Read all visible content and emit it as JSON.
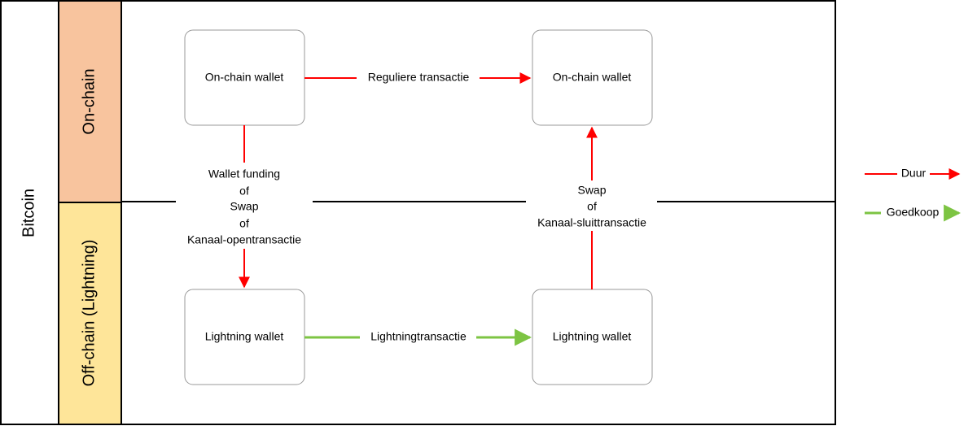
{
  "pool": {
    "title": "Bitcoin"
  },
  "lanes": [
    {
      "title": "On-chain",
      "color": "#f8c49e"
    },
    {
      "title": "Off-chain (Lightning)",
      "color": "#fee599"
    }
  ],
  "nodes": {
    "onchain_left": "On-chain wallet",
    "onchain_right": "On-chain wallet",
    "lightning_left": "Lightning wallet",
    "lightning_right": "Lightning wallet"
  },
  "edges": {
    "regular": "Reguliere transactie",
    "lightning": "Lightningtransactie",
    "funding": [
      "Wallet funding",
      "of",
      "Swap",
      "of",
      "Kanaal-opentransactie"
    ],
    "closing": [
      "Swap",
      "of",
      "Kanaal-sluittransactie"
    ]
  },
  "legend": {
    "slow": "Duur",
    "cheap": "Goedkoop"
  },
  "colors": {
    "slow": "#ff0000",
    "cheap": "#7dc443"
  }
}
